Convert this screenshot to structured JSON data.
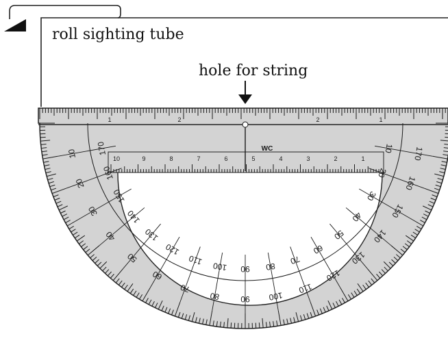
{
  "labels": {
    "roll_sighting_tube": "roll sighting tube",
    "hole_for_string": "hole for string"
  },
  "protractor": {
    "brand_mark": "WC",
    "ruler_numbers_upper": [
      "2",
      "1",
      "1",
      "2"
    ],
    "ruler_numbers_lower": [
      "10",
      "9",
      "8",
      "7",
      "6",
      "5",
      "4",
      "3",
      "2",
      "1"
    ],
    "outer_scale": [
      "10",
      "20",
      "30",
      "40",
      "50",
      "60",
      "70",
      "80",
      "90",
      "100",
      "110",
      "120",
      "130",
      "140",
      "150",
      "160",
      "170"
    ],
    "inner_scale": [
      "170",
      "160",
      "150",
      "140",
      "130",
      "120",
      "110",
      "100",
      "90",
      "80",
      "70",
      "60",
      "50",
      "40",
      "30",
      "20",
      "10"
    ],
    "colors": {
      "body": "#d3d3d3",
      "ink": "#1a1a1a",
      "line": "#222222"
    }
  }
}
